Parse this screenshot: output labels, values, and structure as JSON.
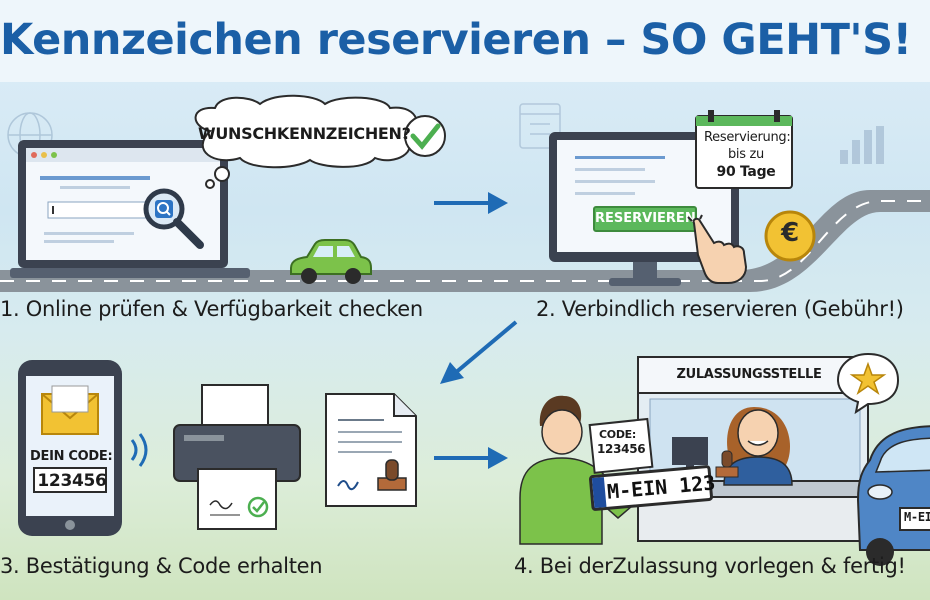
{
  "title": "Kennzeichen reservieren – SO GEHT'S!",
  "steps": [
    {
      "label": "1. Online prüfen & Verfügbarkeit checken",
      "bubble": "WUNSCHKENNZEICHEN?"
    },
    {
      "label": "2. Verbindlich reservieren (Gebühr!)",
      "button": "RESERVIEREN",
      "note": {
        "line1": "Reservierung:",
        "line2": "bis zu",
        "line3": "90 Tage"
      },
      "currency": "€"
    },
    {
      "label": "3. Bestätigung & Code erhalten",
      "code_label": "DEIN CODE:",
      "code": "123456"
    },
    {
      "label": "4. Bei derZulassung vorlegen & fertig!",
      "office_sign": "ZULASSUNGSSTELLE",
      "card_label": "CODE:",
      "card_code": "123456",
      "plate": "M-EIN 123",
      "car_plate": "M-EI"
    }
  ],
  "colors": {
    "title": "#1b5fa6",
    "arrow": "#1f6bb5",
    "button": "#5cb85c",
    "car": "#7cc24a",
    "car_right": "#4f86c6"
  }
}
